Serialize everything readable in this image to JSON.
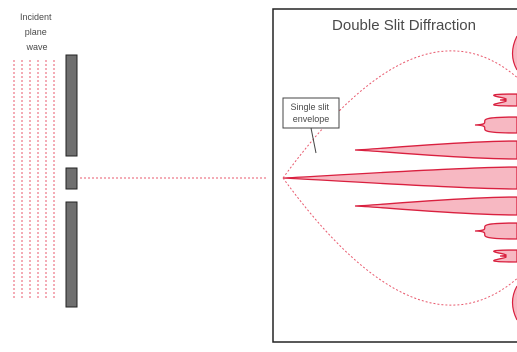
{
  "incident_label": [
    "Incident",
    "plane",
    "wave"
  ],
  "title": "Double Slit Diffraction",
  "callout_label": [
    "Single slit",
    "envelope"
  ],
  "colors": {
    "wave": "#e85a6e",
    "fringe_stroke": "#d9203f",
    "fringe_fill": "#f7b8c2",
    "barrier": "#6f6f6f",
    "frame": "#222222",
    "text": "#4a4a4a"
  }
}
